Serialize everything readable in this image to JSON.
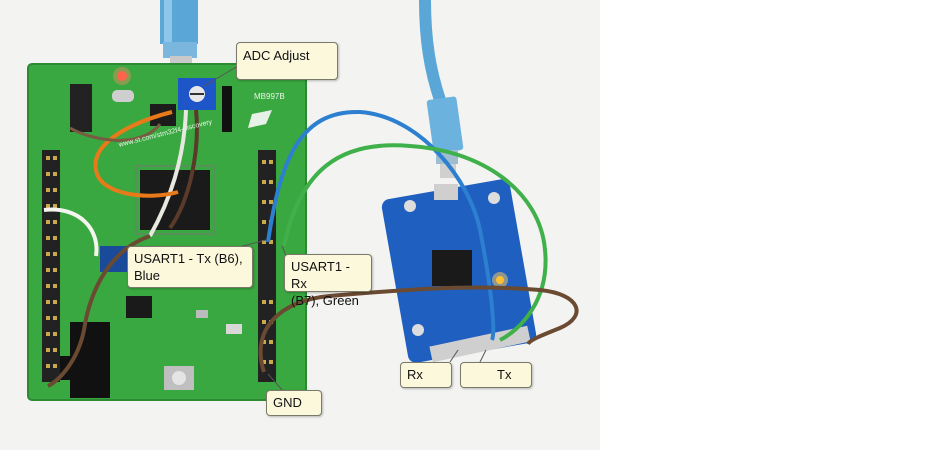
{
  "callouts": {
    "adc_adjust": "ADC Adjust",
    "usart1_tx_line1": "USART1 - Tx (B6),",
    "usart1_tx_line2": "Blue",
    "usart1_rx_line1": "USART1 - Rx",
    "usart1_rx_line2": "(B7), Green",
    "gnd": "GND",
    "rx": "Rx",
    "tx": "Tx"
  },
  "board_silkscreen": {
    "model": "MB997B",
    "url": "www.st.com/stm32f4-discovery"
  },
  "colors": {
    "discovery_board": "#3aa840",
    "usb_ttl_module": "#1f5fc0",
    "usb_cable": "#5aa6d6",
    "wire_tx": "#2d7fd0",
    "wire_rx": "#3fb04a",
    "wire_gnd": "#6b4a32",
    "callout_fill": "#fbf8dc"
  }
}
